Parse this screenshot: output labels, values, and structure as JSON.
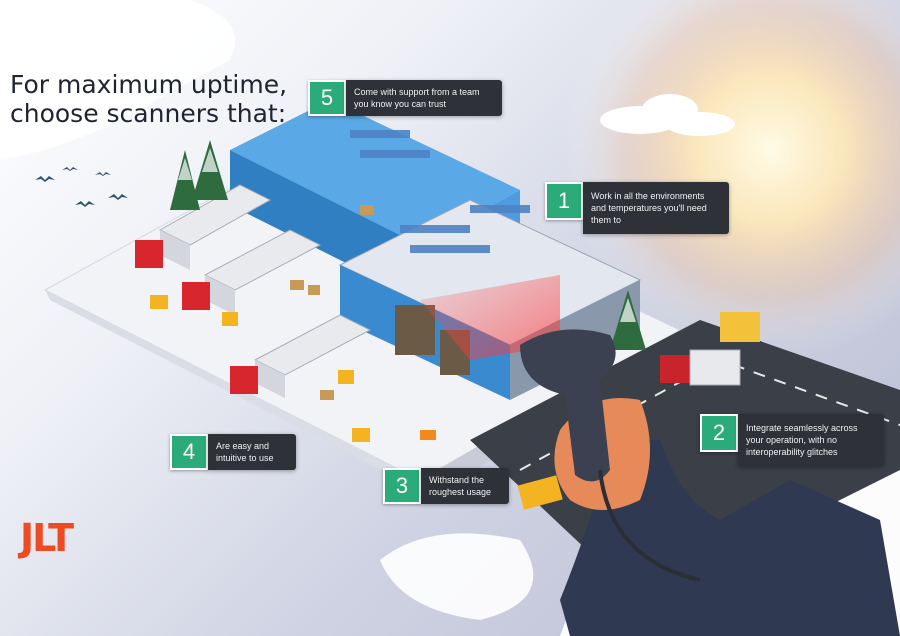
{
  "headline": {
    "line1": "For maximum uptime,",
    "line2": "choose scanners that:"
  },
  "callouts": [
    {
      "number": "5",
      "lines": [
        "Come with support from a team",
        "you know you can trust"
      ]
    },
    {
      "number": "1",
      "lines": [
        "Work in all the environments",
        "and temperatures you'll need",
        "them to"
      ]
    },
    {
      "number": "2",
      "lines": [
        "Integrate seamlessly across",
        "your operation, with no",
        "interoperability glitches"
      ]
    },
    {
      "number": "4",
      "lines": [
        "Are easy and",
        "intuitive to use"
      ]
    },
    {
      "number": "3",
      "lines": [
        "Withstand the",
        "roughest usage"
      ]
    }
  ],
  "logo": {
    "text": "JLT"
  },
  "colors": {
    "accent_green": "#2bab79",
    "callout_bg": "#2e3238",
    "logo_orange": "#ef4b23",
    "scanner_body": "#3b4150",
    "scan_beam": "#ff3b3b"
  },
  "icons": [
    "barcode-scanner-icon",
    "truck-icon",
    "forklift-icon",
    "pine-tree-icon",
    "bird-icon",
    "cloud-icon"
  ]
}
